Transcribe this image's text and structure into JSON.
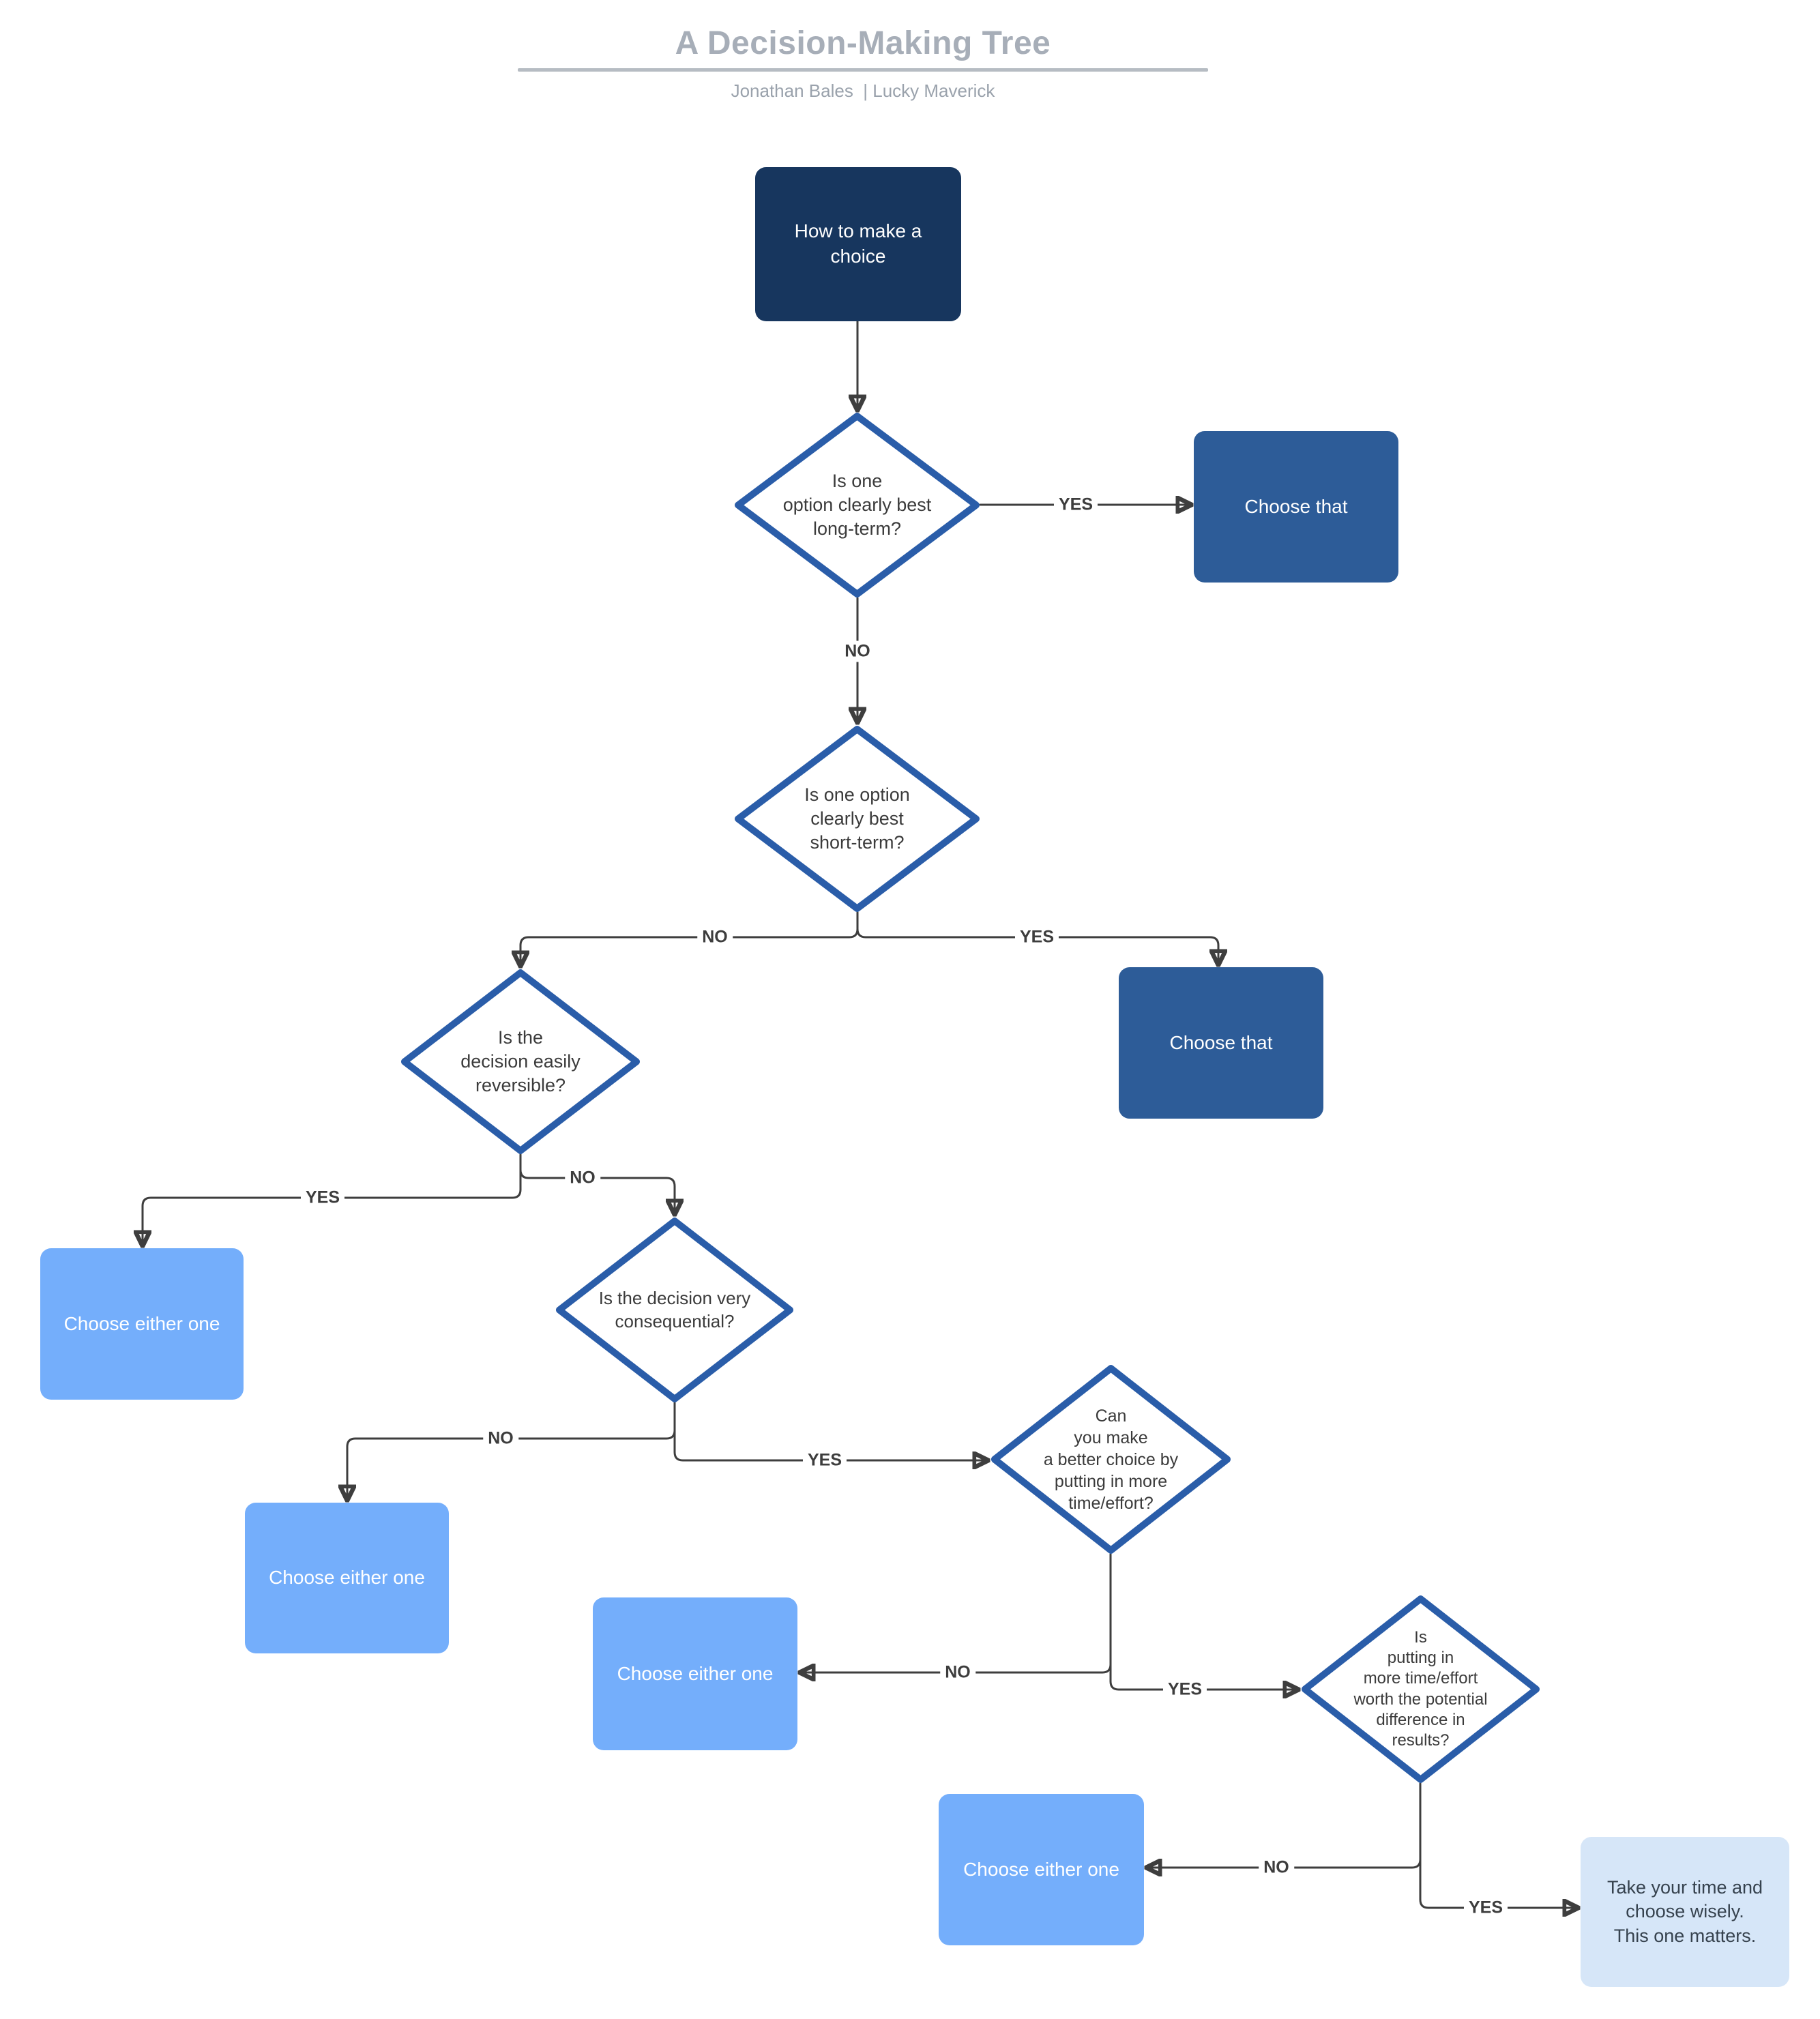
{
  "header": {
    "title": "A Decision-Making Tree",
    "byline": "Jonathan Bales  | Lucky Maverick"
  },
  "palette": {
    "start_box": "#17365e",
    "choose_that_box": "#2d5c98",
    "choose_either_box": "#74aefb",
    "take_time_box": "#d6e6f8",
    "diamond_border": "#2a5da9",
    "connector": "#3e3e3e",
    "title_gray": "#a7aeb8"
  },
  "nodes": {
    "start": {
      "label": "How to make a\nchoice"
    },
    "q_long_term": {
      "label": "Is one\noption clearly best\nlong-term?"
    },
    "choose_that_long": {
      "label": "Choose that"
    },
    "q_short_term": {
      "label": "Is one option\nclearly best\nshort-term?"
    },
    "choose_that_short": {
      "label": "Choose that"
    },
    "q_reversible": {
      "label": "Is the\ndecision easily\nreversible?"
    },
    "choose_either_reversible": {
      "label": "Choose either one"
    },
    "q_consequential": {
      "label": "Is the decision very\nconsequential?"
    },
    "choose_either_not_consequential": {
      "label": "Choose either one"
    },
    "q_better_choice": {
      "label": "Can\nyou make\na better choice by\nputting in more\ntime/effort?"
    },
    "choose_either_no_better": {
      "label": "Choose either one"
    },
    "q_worth_effort": {
      "label": "Is\nputting in\nmore time/effort\nworth the potential\ndifference in\nresults?"
    },
    "choose_either_not_worth": {
      "label": "Choose either one"
    },
    "take_your_time": {
      "label": "Take your time and\nchoose wisely.\nThis one matters."
    }
  },
  "edge_labels": {
    "long_term_yes": "YES",
    "long_term_no": "NO",
    "short_term_no": "NO",
    "short_term_yes": "YES",
    "reversible_yes": "YES",
    "reversible_no": "NO",
    "consequential_no": "NO",
    "consequential_yes": "YES",
    "better_choice_no": "NO",
    "better_choice_yes": "YES",
    "worth_no": "NO",
    "worth_yes": "YES"
  }
}
